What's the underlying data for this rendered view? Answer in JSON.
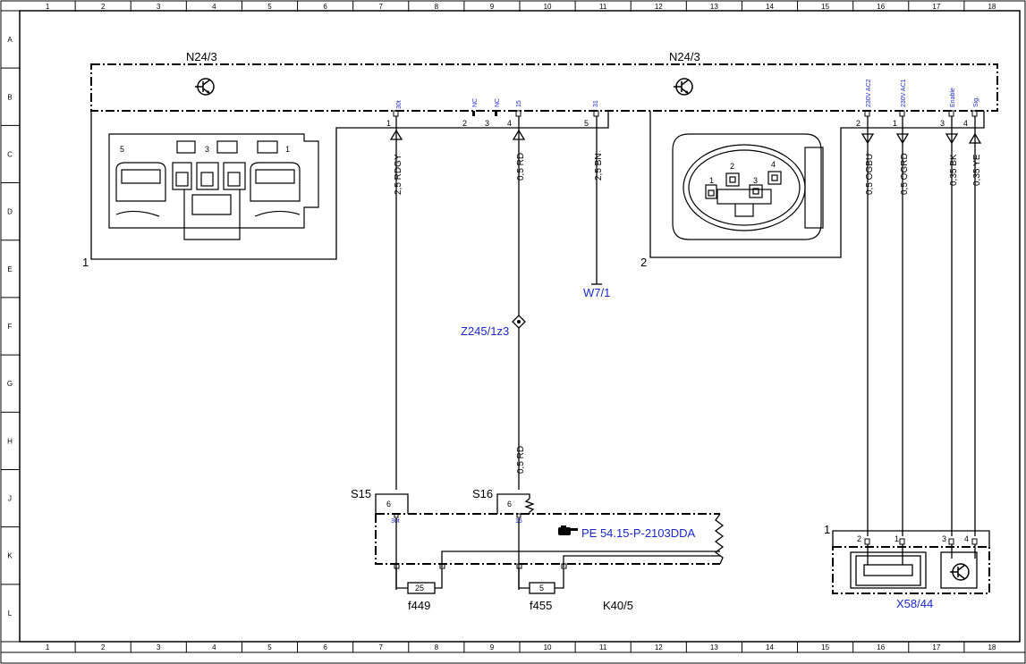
{
  "grid": {
    "columns": [
      "1",
      "2",
      "3",
      "4",
      "5",
      "6",
      "7",
      "8",
      "9",
      "10",
      "11",
      "12",
      "13",
      "14",
      "15",
      "16",
      "17",
      "18"
    ],
    "rows": [
      "A",
      "B",
      "C",
      "D",
      "E",
      "F",
      "G",
      "H",
      "J",
      "K",
      "L"
    ]
  },
  "components": {
    "n24_left": "N24/3",
    "n24_right": "N24/3",
    "connector_left_index": "1",
    "connector_right_index": "2",
    "ground": "W7/1",
    "splice": "Z245/1z3",
    "switch_s15": "S15",
    "switch_s16": "S16",
    "fuse_f449": "f449",
    "fuse_f449_value": "25",
    "fuse_f455": "f455",
    "fuse_f455_value": "5",
    "fuse_box": "K40/5",
    "x58": "X58/44",
    "x58_index": "1",
    "reference": "PE 54.15-P-2103DDA"
  },
  "connector_view_left": {
    "pin_a": "5",
    "pin_b": "3",
    "pin_c": "1"
  },
  "connector_view_right": {
    "pin_1": "1",
    "pin_2": "2",
    "pin_3": "3",
    "pin_4": "4"
  },
  "pins_left": [
    {
      "num": "1",
      "signal": "30t"
    },
    {
      "num": "2",
      "signal": "NC"
    },
    {
      "num": "3",
      "signal": "NC"
    },
    {
      "num": "4",
      "signal": "15"
    },
    {
      "num": "5",
      "signal": "31"
    }
  ],
  "pins_right": [
    {
      "num": "2",
      "signal": "230V AC2"
    },
    {
      "num": "1",
      "signal": "230V AC1"
    },
    {
      "num": "3",
      "signal": "Enable"
    },
    {
      "num": "4",
      "signal": "Sig."
    }
  ],
  "wires": {
    "w1": "2,5 RDGY",
    "w2": "0,5 RD",
    "w3": "2,5 BN",
    "w4": "0,5 RD",
    "w5": "0,5 OGBU",
    "w6": "0,5 OGRD",
    "w7": "0,35 BK",
    "w8": "0,35 YE"
  },
  "fuse_pins": {
    "s15_pin": "6",
    "s15_signal": "30t",
    "s16_pin": "6",
    "s16_signal": "15"
  },
  "x58_pins": [
    "2",
    "1",
    "3",
    "4"
  ]
}
